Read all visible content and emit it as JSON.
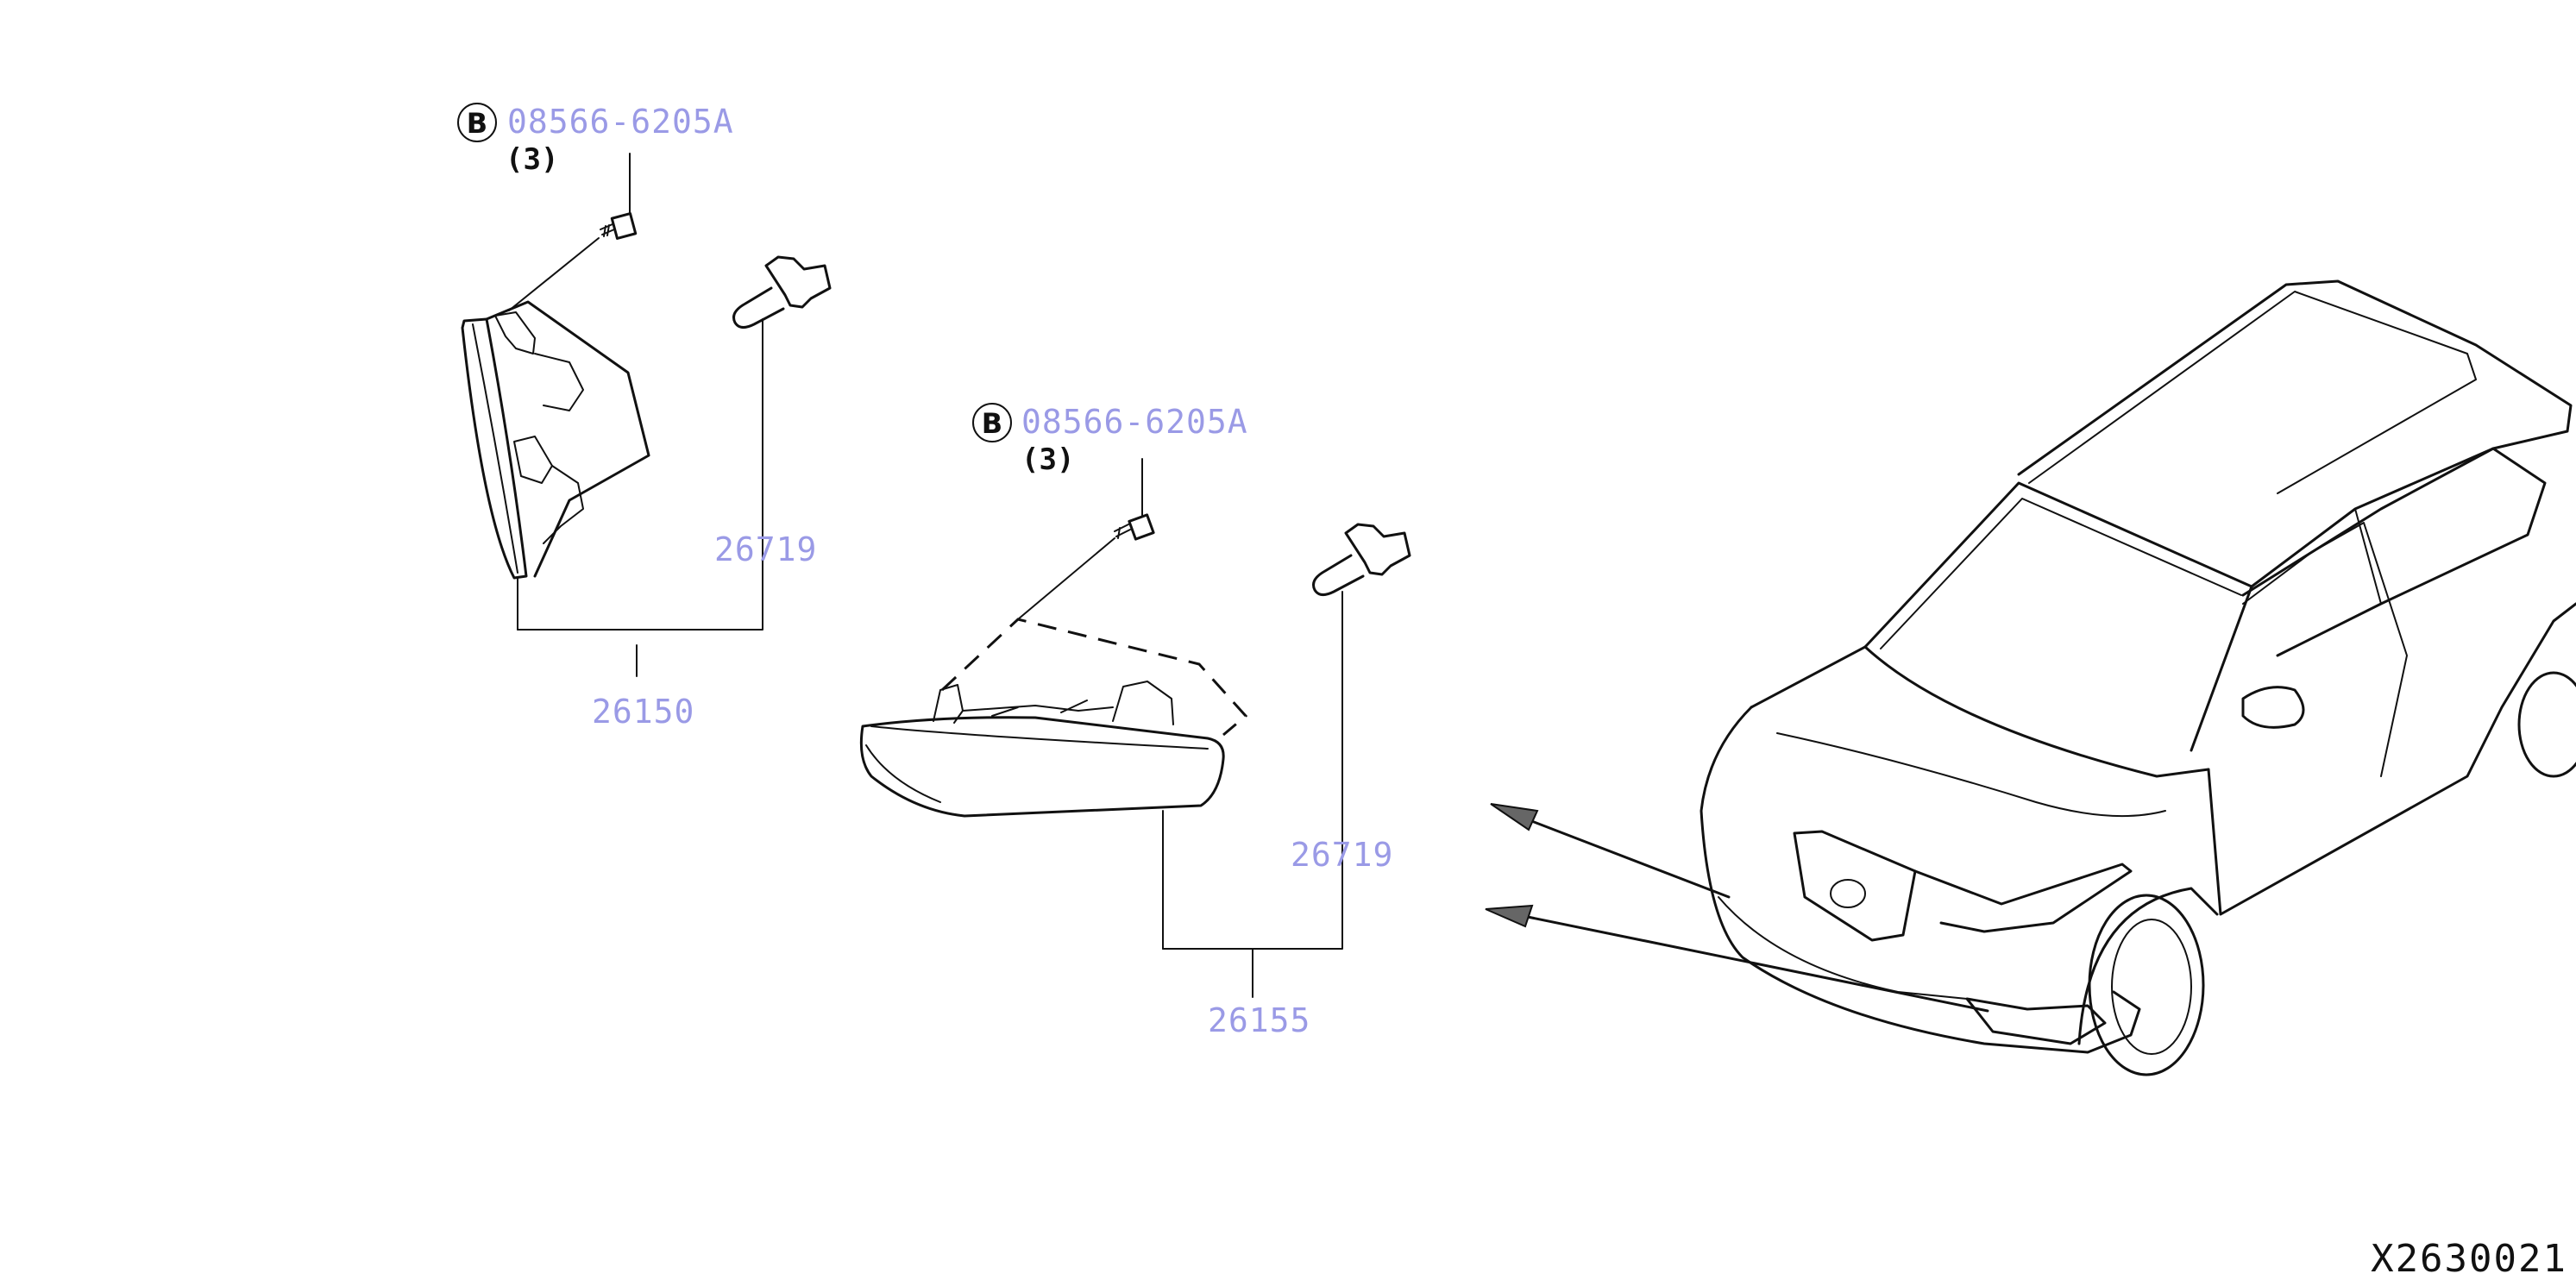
{
  "colors": {
    "link": "#9a9ae6",
    "ink": "#111111",
    "background": "#ffffff"
  },
  "callouts": {
    "upper_bolt": {
      "badge": "B",
      "part_number": "08566-6205A",
      "quantity": "(3)"
    },
    "lower_bolt": {
      "badge": "B",
      "part_number": "08566-6205A",
      "quantity": "(3)"
    },
    "upper_bulb": {
      "part_number": "26719"
    },
    "lower_bulb": {
      "part_number": "26719"
    },
    "upper_lamp_assembly": {
      "part_number": "26150"
    },
    "lower_lamp_assembly": {
      "part_number": "26155"
    }
  },
  "diagram_id": "X2630021"
}
